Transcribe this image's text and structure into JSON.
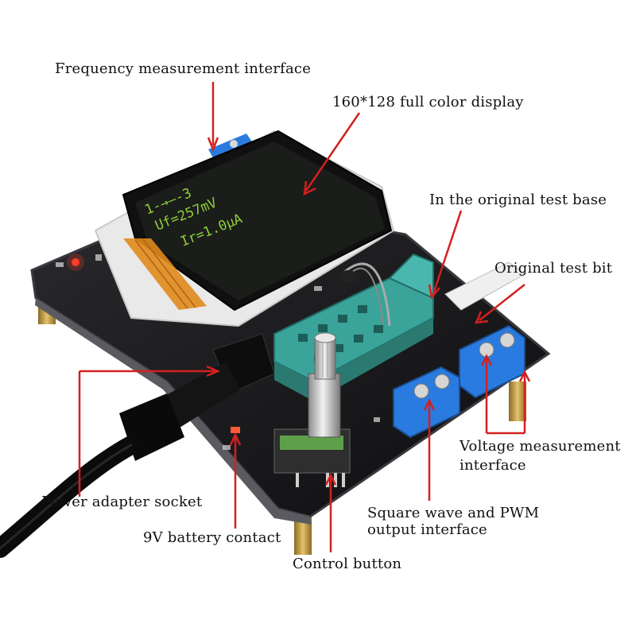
{
  "annotations": {
    "frequency_interface": "Frequency measurement interface",
    "display": "160*128 full color display",
    "test_base": "In the original test base",
    "test_bit": "Original test bit",
    "voltage_interface_line1": "Voltage measurement",
    "voltage_interface_line2": "interface",
    "power_socket": "Power adapter socket",
    "battery_contact": "9V battery contact",
    "square_wave_line1": "Square wave and PWM",
    "square_wave_line2": "output interface",
    "control_button": "Control button"
  },
  "lcd": {
    "line1": "1-→—-3",
    "line2": "Uf=257mV",
    "line3": "Ir=1.0µA"
  },
  "colors": {
    "pointer": "#d42020",
    "pcb": "#1a1a1c",
    "socket": "#3aa39a",
    "terminal": "#1f6bd1",
    "brass": "#c9a24a"
  }
}
